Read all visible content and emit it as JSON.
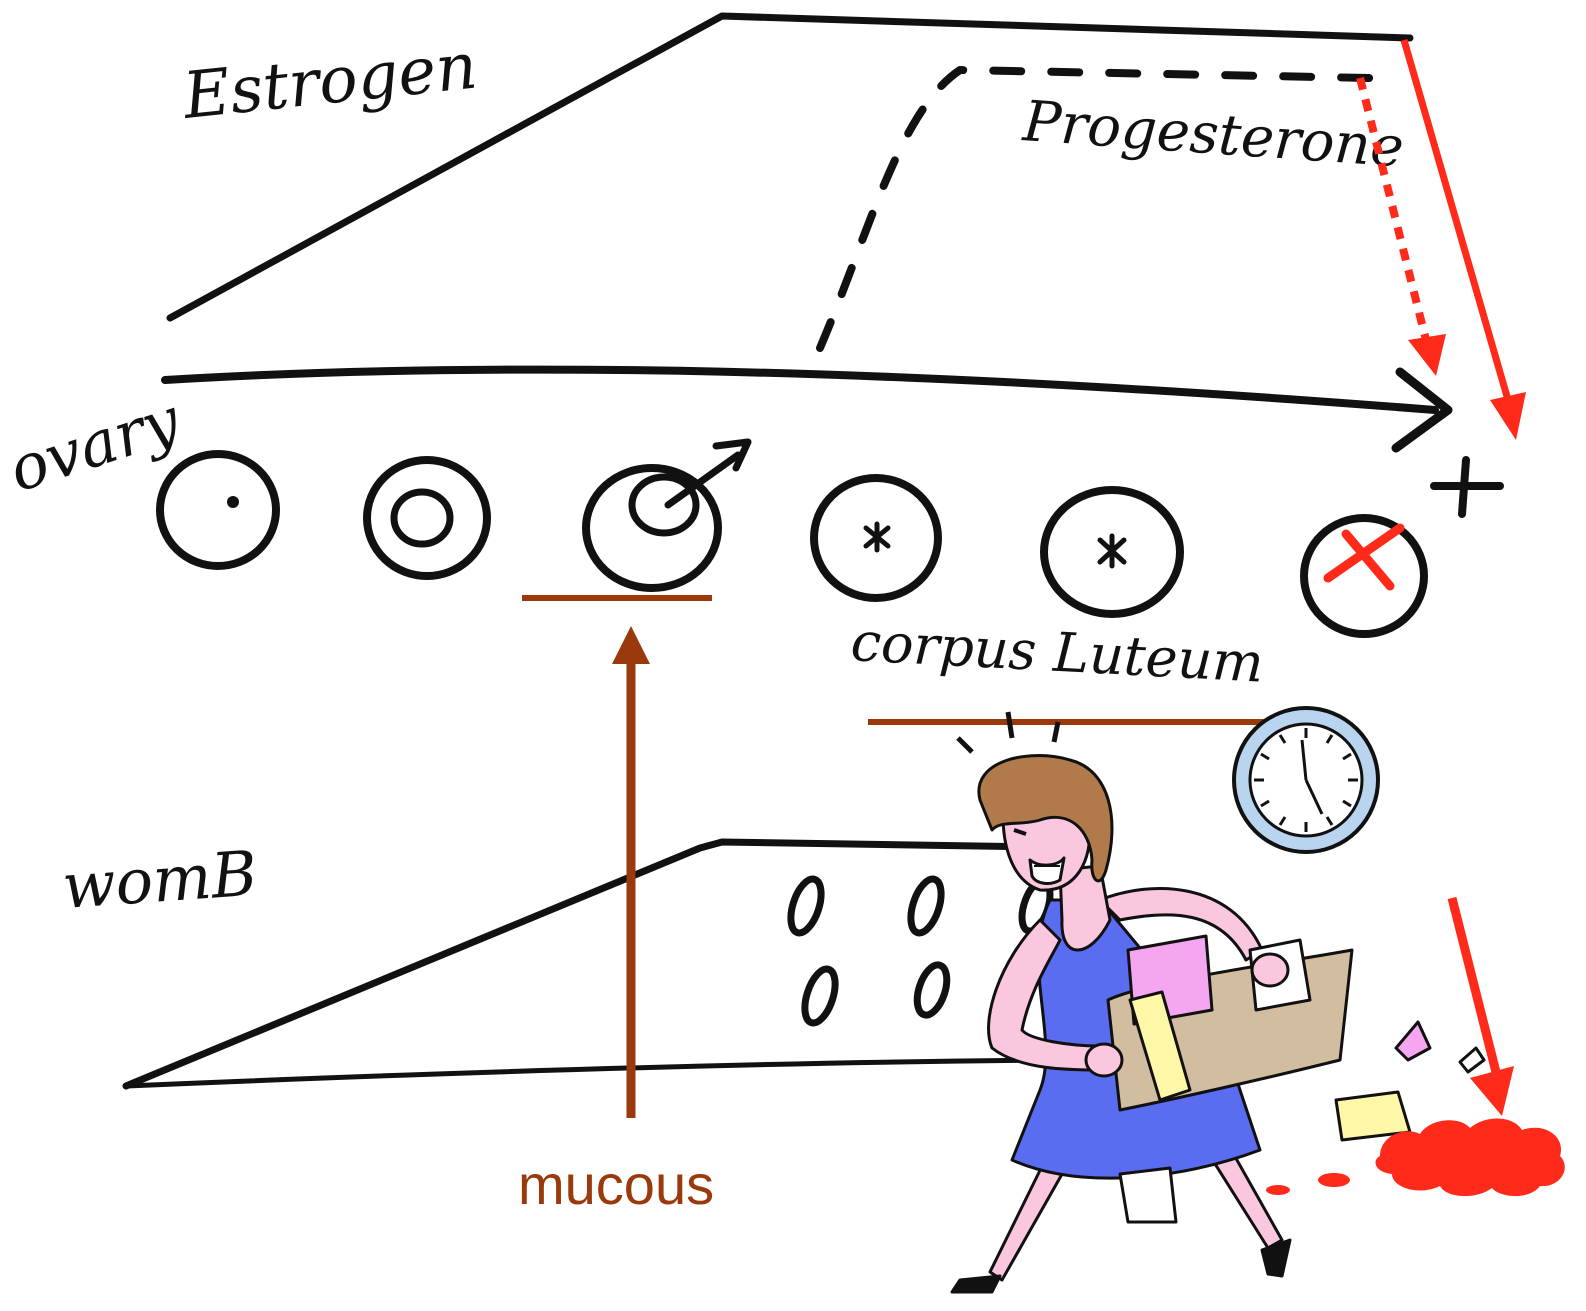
{
  "labels": {
    "estrogen": "Estrogen",
    "progesterone": "Progesterone",
    "ovary": "ovary",
    "corpus_luteum": "corpus Luteum",
    "womb": "womB",
    "mucous": "mucous"
  },
  "icons": {
    "clock": "clock-icon",
    "woman": "woman-with-folder-clipart",
    "blood": "blood-pool-icon"
  },
  "colors": {
    "ink": "#111111",
    "red": "#ff2a1a",
    "brown": "#9a3a0c",
    "clock_ring": "#b8d4ee",
    "dress": "#5a6cf0",
    "skin": "#fbc7df",
    "hair": "#b07a4a",
    "folder": "#d2bda0"
  }
}
